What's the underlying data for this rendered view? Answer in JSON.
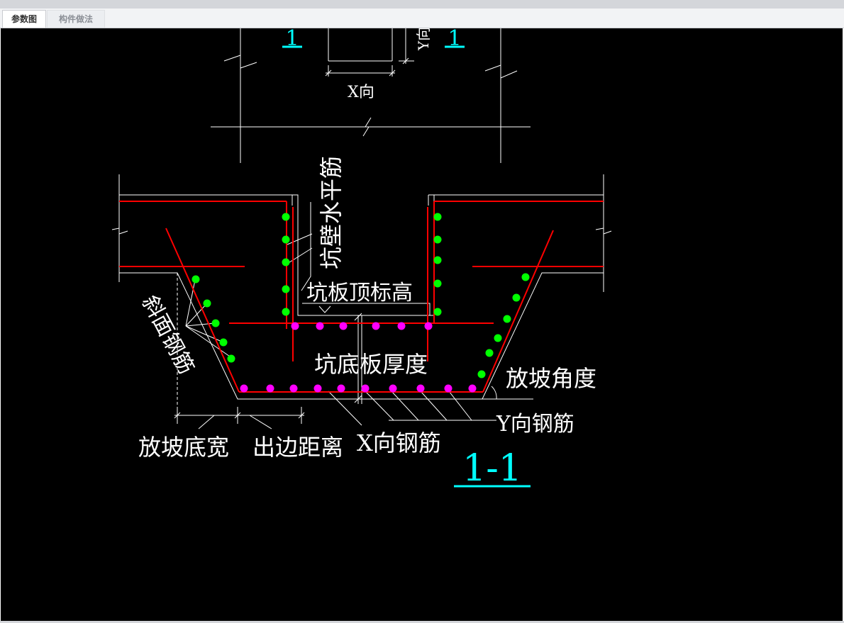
{
  "tabs": [
    {
      "label": "参数图",
      "active": true
    },
    {
      "label": "构件做法",
      "active": false
    }
  ],
  "drawing": {
    "section_top": "1",
    "section_top_right": "1",
    "y_dir_label_top": "Y向",
    "x_dir_label": "X向",
    "pit_wall_horizontal_rebar": "坑壁水平筋",
    "pit_slab_top_elevation": "坑板顶标高",
    "slope_rebar": "斜面钢筋",
    "pit_bottom_slab_thickness": "坑底板厚度",
    "slope_angle": "放坡角度",
    "y_rebar": "Y向钢筋",
    "slope_bottom_width": "放坡底宽",
    "edge_distance": "出边距离",
    "x_rebar": "X向钢筋",
    "section_title": "1-1"
  },
  "colors": {
    "background": "#000000",
    "outline": "#ffffff",
    "rebar": "#ff0000",
    "wall_bar": "#00ff00",
    "bottom_bar": "#ff00ff",
    "section_mark": "#00ffff"
  }
}
